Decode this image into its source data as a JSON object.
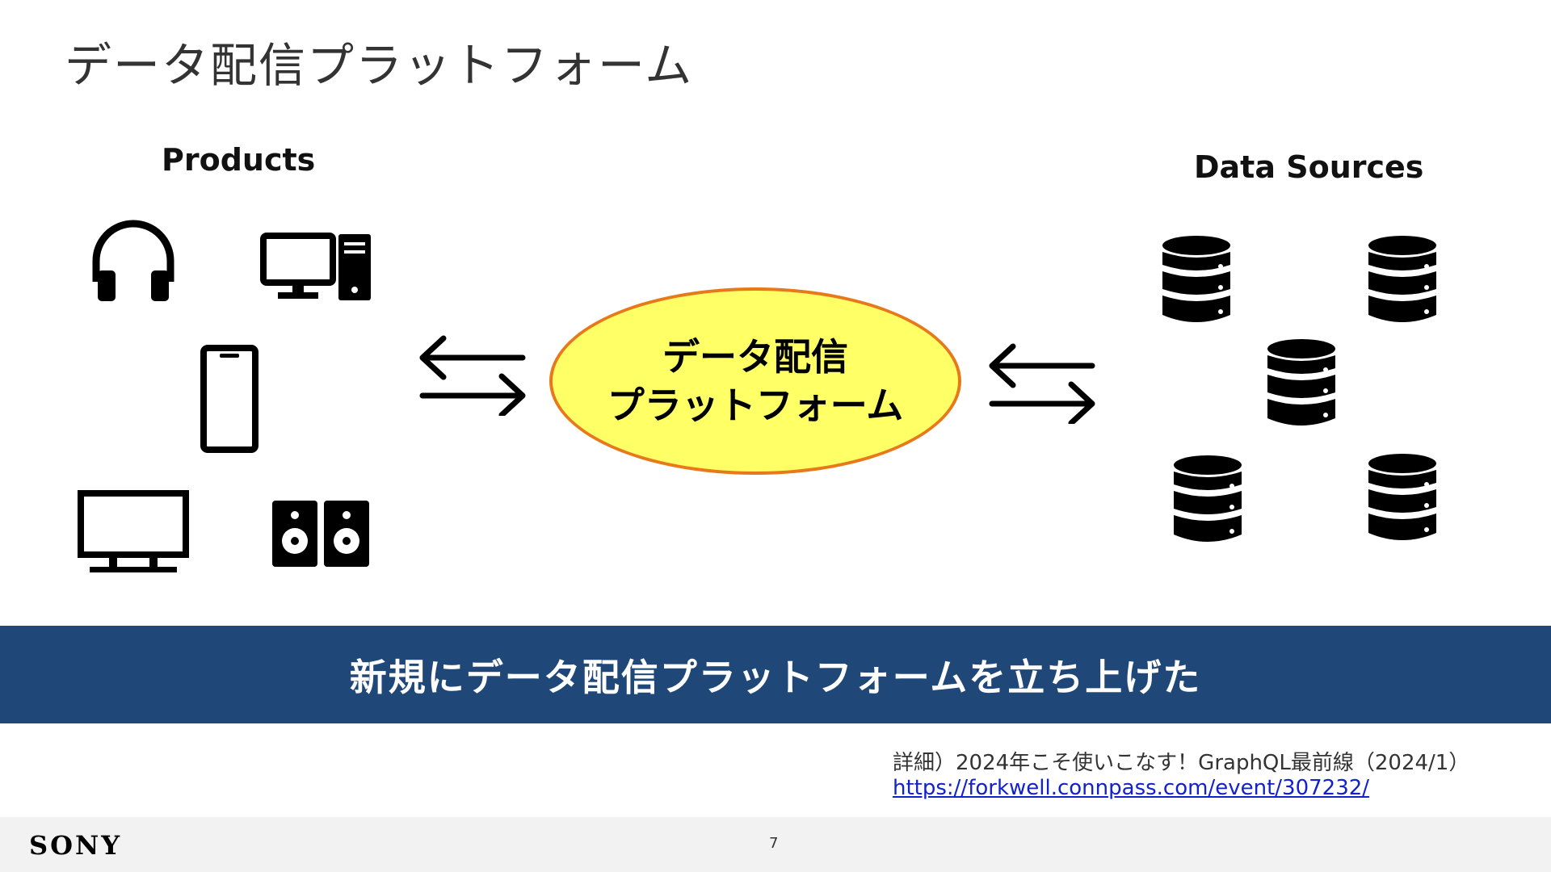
{
  "slide": {
    "title": "データ配信プラットフォーム"
  },
  "diagram": {
    "products_label": "Products",
    "data_sources_label": "Data Sources",
    "platform_line1": "データ配信",
    "platform_line2": "プラットフォーム",
    "product_icons": [
      "headphones-icon",
      "desktop-pc-icon",
      "smartphone-icon",
      "tv-icon",
      "speakers-icon"
    ],
    "data_source_icons": [
      "database-icon",
      "database-icon",
      "database-icon",
      "database-icon",
      "database-icon"
    ],
    "colors": {
      "platform_fill": "#FFFF66",
      "platform_border": "#E8791A",
      "banner_bg": "#1F4778"
    }
  },
  "banner": {
    "text": "新規にデータ配信プラットフォームを立ち上げた"
  },
  "reference": {
    "text": "詳細）2024年こそ使いこなす！GraphQL最前線（2024/1）",
    "link": "https://forkwell.connpass.com/event/307232/"
  },
  "footer": {
    "logo": "SONY",
    "page_number": "7"
  }
}
